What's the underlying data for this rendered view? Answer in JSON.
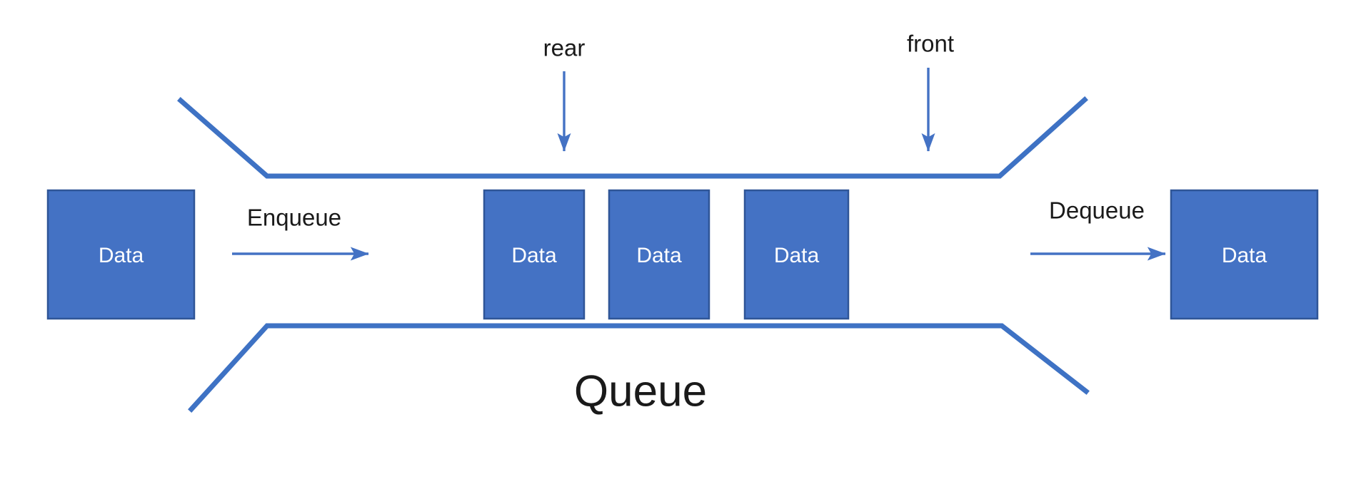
{
  "diagram": {
    "title": "Queue",
    "colors": {
      "box_fill": "#4472C4",
      "box_border": "#2F5597",
      "line": "#3E72C4",
      "arrow": "#4472C4",
      "text_dark": "#1A1A1A",
      "text_light": "#FFFFFF",
      "background": "#FFFFFF"
    },
    "boxes": [
      {
        "id": "incoming",
        "label": "Data"
      },
      {
        "id": "queued-1",
        "label": "Data"
      },
      {
        "id": "queued-2",
        "label": "Data"
      },
      {
        "id": "queued-3",
        "label": "Data"
      },
      {
        "id": "outgoing",
        "label": "Data"
      }
    ],
    "operations": [
      {
        "id": "enqueue",
        "label": "Enqueue"
      },
      {
        "id": "dequeue",
        "label": "Dequeue"
      }
    ],
    "pointers": [
      {
        "id": "rear",
        "label": "rear"
      },
      {
        "id": "front",
        "label": "front"
      }
    ]
  }
}
